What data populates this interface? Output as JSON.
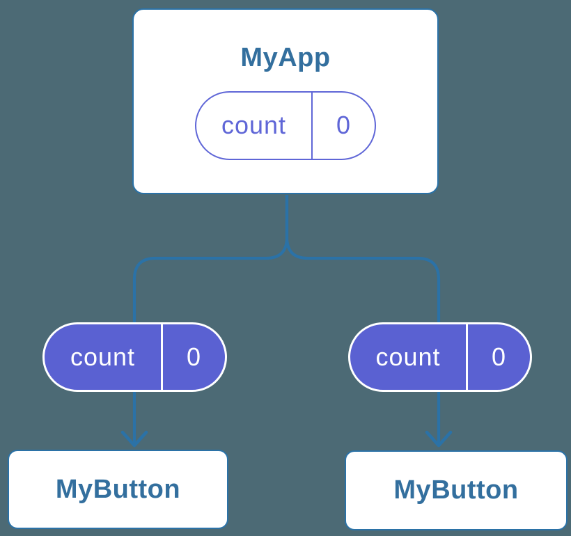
{
  "colors": {
    "background": "#4c6a75",
    "connector": "#2b72a7",
    "node_border": "#2b72a7",
    "node_fill": "#ffffff",
    "title_text": "#336f9e",
    "indigo": "#5f66d7",
    "indigo_fill": "#5a61d2",
    "pill_text_light": "#ffffff"
  },
  "root": {
    "title": "MyApp",
    "state": {
      "label": "count",
      "value": "0"
    }
  },
  "children": [
    {
      "title": "MyButton",
      "prop": {
        "label": "count",
        "value": "0"
      }
    },
    {
      "title": "MyButton",
      "prop": {
        "label": "count",
        "value": "0"
      }
    }
  ]
}
